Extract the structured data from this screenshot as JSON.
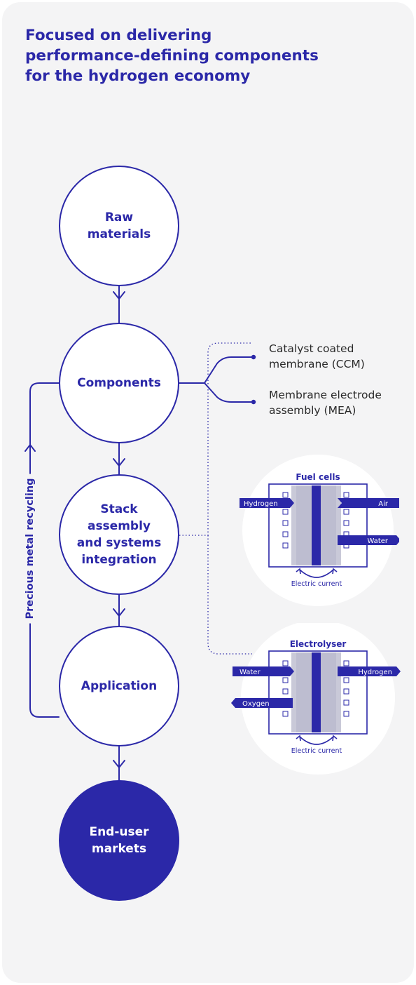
{
  "title_lines": [
    "Focused on delivering",
    "performance-defining components",
    "for the hydrogen economy"
  ],
  "nodes": {
    "raw": [
      "Raw",
      "materials"
    ],
    "components": [
      "Components"
    ],
    "stack": [
      "Stack",
      "assembly",
      "and systems",
      "integration"
    ],
    "application": [
      "Application"
    ],
    "end_user": [
      "End-user",
      "markets"
    ]
  },
  "component_outputs": {
    "ccm": [
      "Catalyst coated",
      "membrane (CCM)"
    ],
    "mea": [
      "Membrane electrode",
      "assembly (MEA)"
    ]
  },
  "recycling_label": "Precious metal recycling",
  "fuel_cells": {
    "title": "Fuel cells",
    "input_left": "Hydrogen",
    "input_right": "Air",
    "output_right": "Water",
    "current": "Electric current"
  },
  "electrolyser": {
    "title": "Electrolyser",
    "input_left": "Water",
    "output_left": "Oxygen",
    "output_right": "Hydrogen",
    "current": "Electric current"
  },
  "colors": {
    "brand": "#2b28a8",
    "card": "#f4f4f5",
    "text": "#2a2a2a"
  }
}
